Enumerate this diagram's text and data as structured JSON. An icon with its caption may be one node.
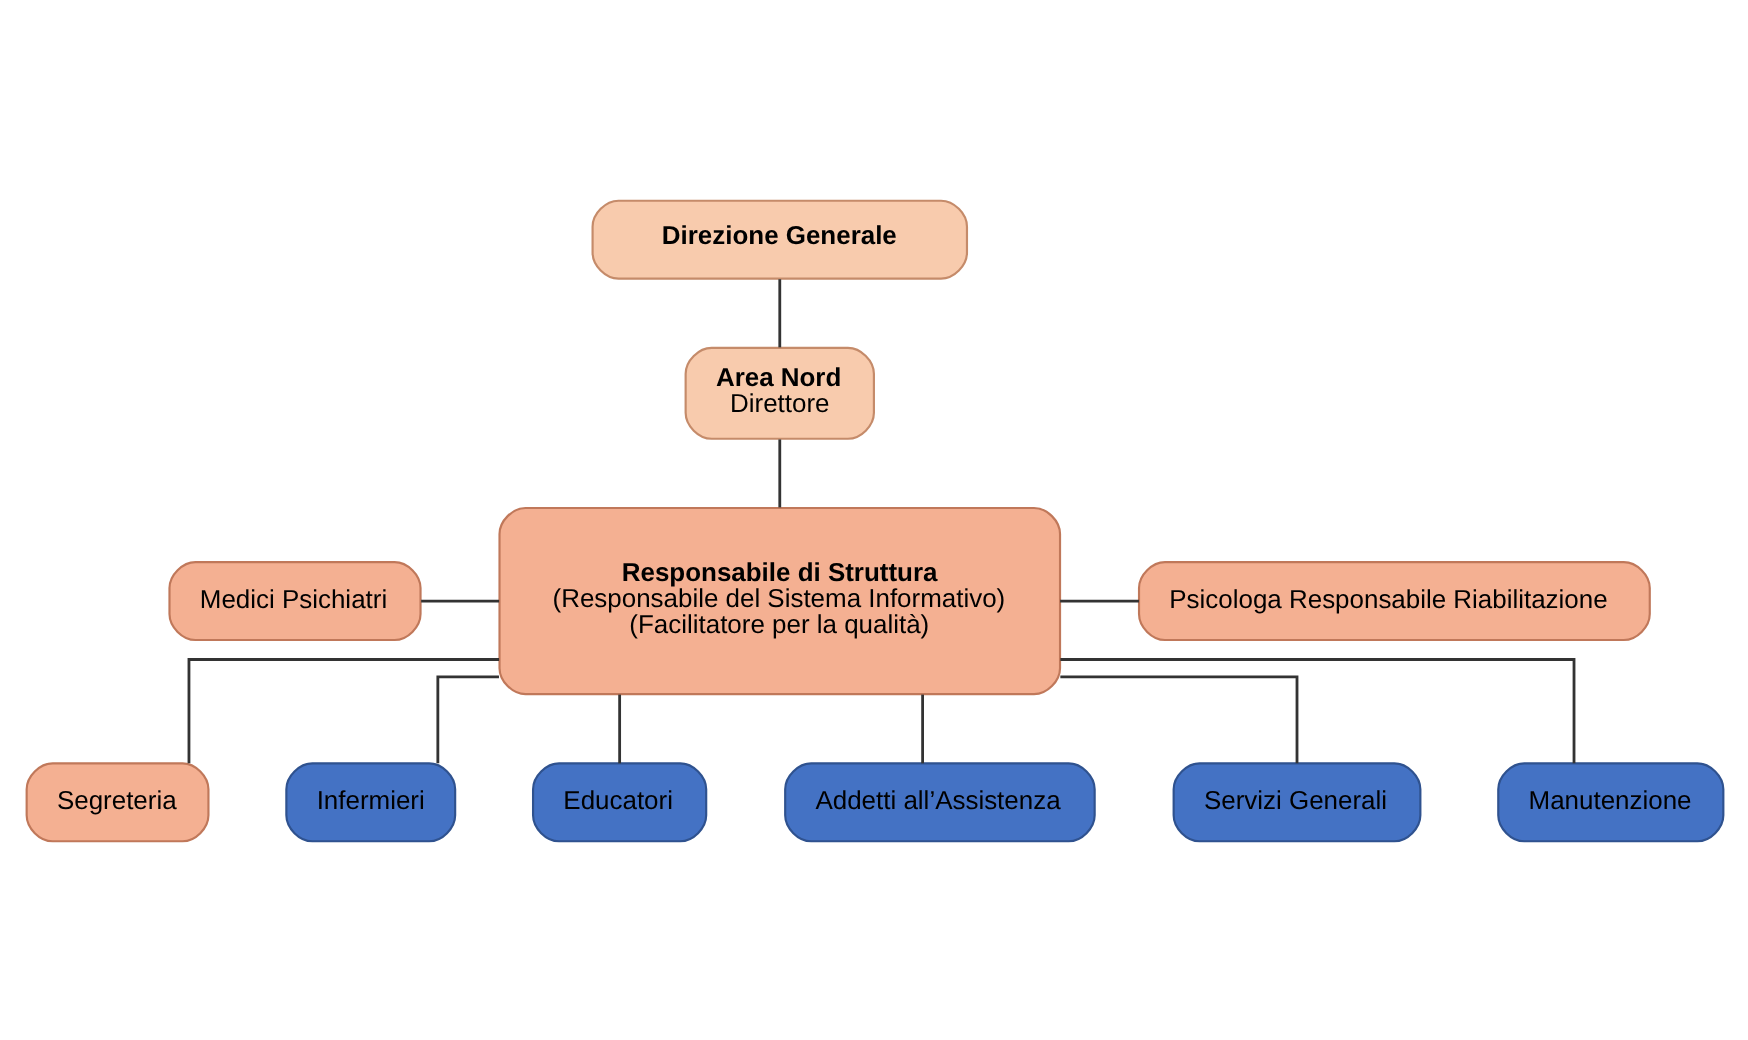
{
  "diagram": {
    "nodes": [
      {
        "text": [
          "Direzione Generale"
        ]
      },
      {
        "text": [
          "Area Nord",
          "Direttore"
        ]
      },
      {
        "text": [
          "Responsabile di Struttura",
          "(Responsabile del Sistema Informativo)",
          "(Facilitatore per la qualità)"
        ]
      },
      {
        "text": [
          "Medici Psichiatri"
        ]
      },
      {
        "text": [
          "Psicologa Responsabile Riabilitazione"
        ]
      },
      {
        "text": [
          "Segreteria"
        ]
      },
      {
        "text": [
          "Infermieri"
        ]
      },
      {
        "text": [
          "Educatori"
        ]
      },
      {
        "text": [
          "Addetti all’Assistenza"
        ]
      },
      {
        "text": [
          "Servizi Generali"
        ]
      },
      {
        "text": [
          "Manutenzione"
        ]
      }
    ],
    "edges": [
      {
        "from": 0,
        "to": 1,
        "arrow": "none"
      },
      {
        "from": 1,
        "to": 2,
        "arrow": "none"
      },
      {
        "from": 3,
        "to": 2,
        "arrow": "none"
      },
      {
        "from": 2,
        "to": 4,
        "arrow": "none"
      },
      {
        "from": 2,
        "to": 5,
        "arrow": "none"
      },
      {
        "from": 2,
        "to": 6,
        "arrow": "none"
      },
      {
        "from": 2,
        "to": 7,
        "arrow": "none"
      },
      {
        "from": 2,
        "to": 8,
        "arrow": "none"
      },
      {
        "from": 2,
        "to": 9,
        "arrow": "none"
      },
      {
        "from": 2,
        "to": 10,
        "arrow": "none"
      }
    ]
  }
}
